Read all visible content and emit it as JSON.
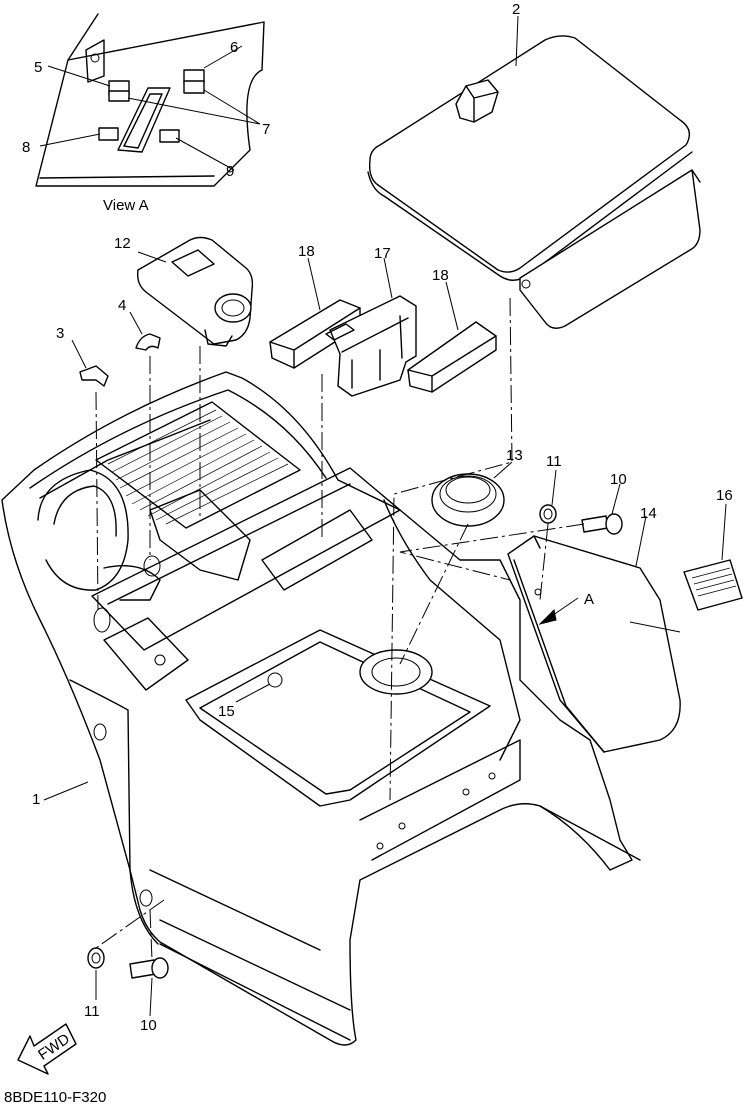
{
  "diagram": {
    "view_label": "View A",
    "view_marker": "A",
    "fwd_label": "FWD",
    "drawing_code": "8BDE110-F320",
    "callouts": {
      "p1": "1",
      "p2": "2",
      "p3": "3",
      "p4": "4",
      "p5": "5",
      "p6": "6",
      "p7": "7",
      "p8": "8",
      "p9": "9",
      "p10a": "10",
      "p10b": "10",
      "p11a": "11",
      "p11b": "11",
      "p12": "12",
      "p13": "13",
      "p14": "14",
      "p15": "15",
      "p16": "16",
      "p17": "17",
      "p18a": "18",
      "p18b": "18"
    }
  }
}
